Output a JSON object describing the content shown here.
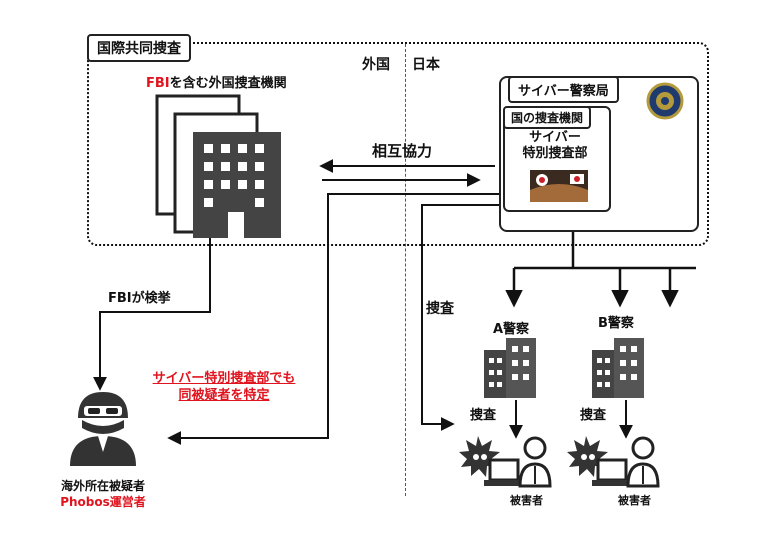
{
  "labels": {
    "joint_investigation": "国際共同捜査",
    "foreign": "外国",
    "japan": "日本",
    "fbi_prefix": "FBI",
    "foreign_agencies_suffix": "を含む外国捜査機関",
    "cyber_police_bureau": "サイバー警察局",
    "national_agency": "国の捜査機関",
    "cyber_special_line1": "サイバー",
    "cyber_special_line2": "特別捜査部",
    "mutual_cooperation": "相互協力",
    "fbi_arrest": "FBIが検挙",
    "investigation_main": "捜査",
    "police_a": "A警察",
    "police_b": "B警察",
    "investigation_a": "捜査",
    "investigation_b": "捜査",
    "identified_line1": "サイバー特別捜査部でも",
    "identified_line2": "同被疑者を特定",
    "suspect_line1": "海外所在被疑者",
    "suspect_line2": "Phobos運営者",
    "victim_a": "被害者",
    "victim_b": "被害者"
  },
  "colors": {
    "accent_red": "#e0141e",
    "ink": "#222222"
  },
  "icons": [
    "building-icon",
    "hooded-suspect-icon",
    "laptop-icon",
    "malware-burst-icon",
    "victim-person-icon",
    "police-emblem-icon",
    "cyber-unit-badge-icon"
  ]
}
